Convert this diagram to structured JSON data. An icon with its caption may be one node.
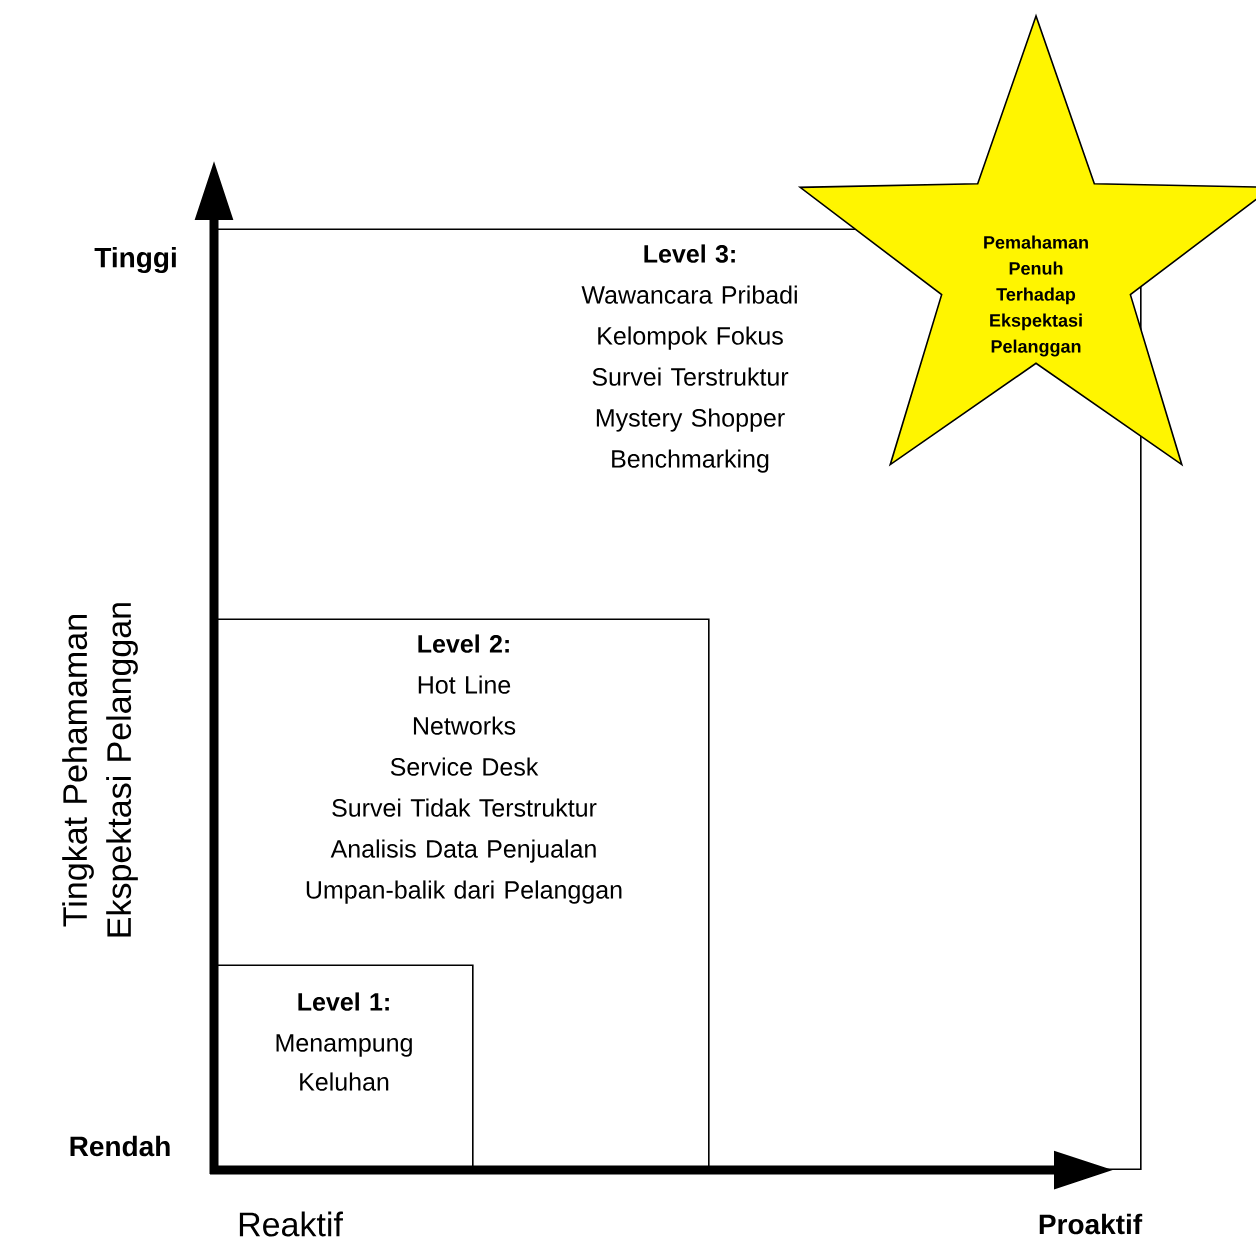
{
  "diagram": {
    "nodes": [
      {
        "text": [
          "Level 3:",
          "Wawancara Pribadi",
          "Kelompok Fokus",
          "Survei Terstruktur",
          "Mystery Shopper",
          "Benchmarking"
        ]
      },
      {
        "text": [
          "Level 2:",
          "Hot Line",
          "Networks",
          "Service Desk",
          "Survei Tidak Terstruktur",
          "Analisis Data Penjualan",
          "Umpan-balik dari Pelanggan"
        ],
        "in": 0
      },
      {
        "text": [
          "Level 1:",
          "Menampung Keluhan"
        ],
        "in": 1
      },
      {
        "text": [
          "Pemahaman Penuh Terhadap Ekspektasi Pelanggan"
        ]
      }
    ],
    "labels": [
      "Tinggi",
      "Tingkat Pehamaman Ekspektasi Pelanggan",
      "Rendah",
      "Reaktif",
      "Proaktif"
    ]
  }
}
